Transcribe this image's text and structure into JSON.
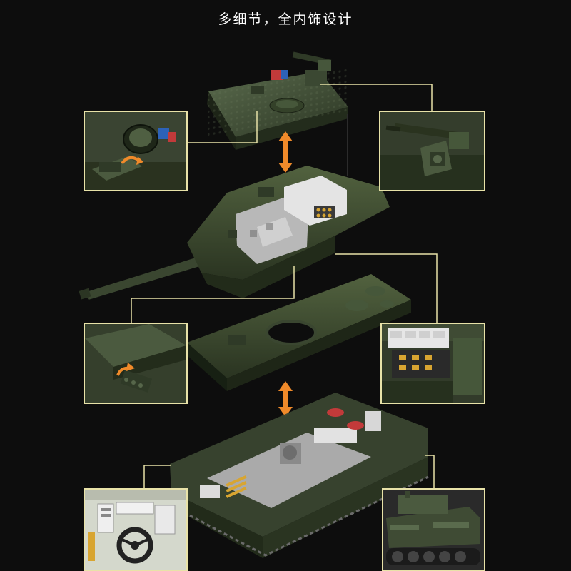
{
  "header": {
    "title": "多细节，全内饰设计"
  },
  "colors": {
    "background": "#0d0d0d",
    "tank_green": "#3c4a34",
    "tank_dark": "#28321f",
    "tank_light": "#56664a",
    "interior_grey": "#b8b8b8",
    "ammo_gold": "#d8a531",
    "callout_line": "#e8e2a8",
    "arrow_orange": "#f08a2a",
    "hatch_red": "#c23a3a",
    "hatch_blue": "#2d62b8"
  },
  "insets": [
    {
      "name": "inset-turret-hatch",
      "subject": "hatch-rotate"
    },
    {
      "name": "inset-remote-weapon",
      "subject": "machine-gun-station"
    },
    {
      "name": "inset-hull-front",
      "subject": "hatch-flip"
    },
    {
      "name": "inset-ammo-rack",
      "subject": "ammo-storage"
    },
    {
      "name": "inset-driver-cockpit",
      "subject": "driver-interior"
    },
    {
      "name": "inset-tank-side",
      "subject": "tank-exterior"
    }
  ]
}
